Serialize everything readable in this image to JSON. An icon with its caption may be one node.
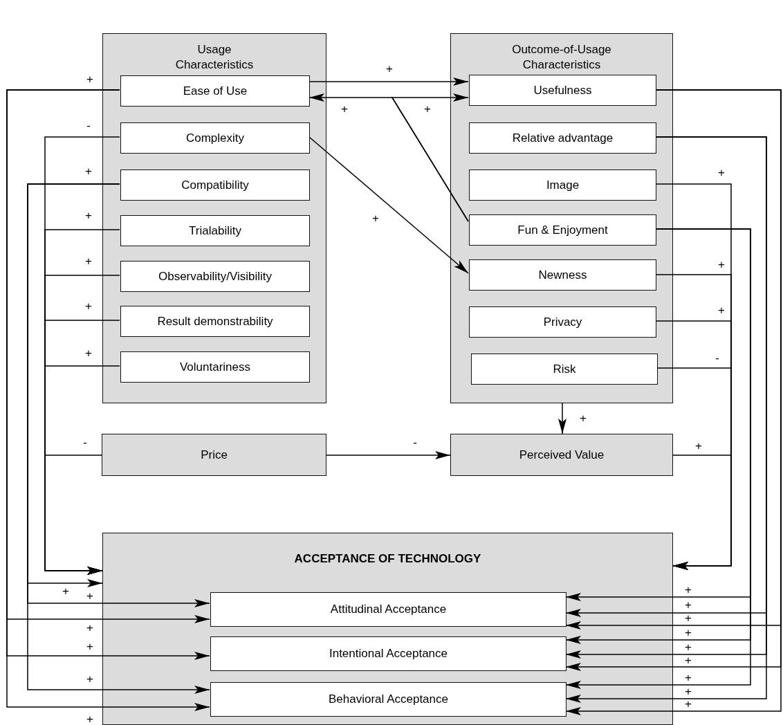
{
  "diagram": {
    "nodes": [
      {
        "text": [
          "Usage Characteristics"
        ]
      },
      {
        "text": [
          "Ease of Use"
        ],
        "in": 0
      },
      {
        "text": [
          "Complexity"
        ],
        "in": 0
      },
      {
        "text": [
          "Compatibility"
        ],
        "in": 0
      },
      {
        "text": [
          "Trialability"
        ],
        "in": 0
      },
      {
        "text": [
          "Observability/Visibility"
        ],
        "in": 0
      },
      {
        "text": [
          "Result demonstrability"
        ],
        "in": 0
      },
      {
        "text": [
          "Voluntariness"
        ],
        "in": 0
      },
      {
        "text": [
          "Outcome-of-Usage Characteristics"
        ]
      },
      {
        "text": [
          "Usefulness"
        ],
        "in": 8
      },
      {
        "text": [
          "Relative advantage"
        ],
        "in": 8
      },
      {
        "text": [
          "Image"
        ],
        "in": 8
      },
      {
        "text": [
          "Fun & Enjoyment"
        ],
        "in": 8
      },
      {
        "text": [
          "Newness"
        ],
        "in": 8
      },
      {
        "text": [
          "Privacy"
        ],
        "in": 8
      },
      {
        "text": [
          "Risk"
        ],
        "in": 8
      },
      {
        "text": [
          "Price"
        ]
      },
      {
        "text": [
          "Perceived Value"
        ]
      },
      {
        "text": [
          "ACCEPTANCE OF TECHNOLOGY"
        ]
      },
      {
        "text": [
          "Attitudinal Acceptance"
        ],
        "in": 18
      },
      {
        "text": [
          "Intentional Acceptance"
        ],
        "in": 18
      },
      {
        "text": [
          "Behavioral Acceptance"
        ],
        "in": 18
      }
    ],
    "edges": [
      {
        "from": 1,
        "to": 9,
        "arrow": "to",
        "label": "+"
      },
      {
        "from": 12,
        "to": 1,
        "arrow": "to",
        "label": "+"
      },
      {
        "from": 12,
        "to": 9,
        "arrow": "to",
        "label": "+"
      },
      {
        "from": 2,
        "to": 13,
        "arrow": "to",
        "label": "+"
      },
      {
        "from": 8,
        "to": 17,
        "arrow": "to",
        "label": "+"
      },
      {
        "from": 16,
        "to": 17,
        "arrow": "to",
        "label": "-"
      },
      {
        "from": 2,
        "to": 18,
        "arrow": "to",
        "label": "-"
      },
      {
        "from": 4,
        "to": 18,
        "arrow": "to",
        "label": "+"
      },
      {
        "from": 5,
        "to": 18,
        "arrow": "to",
        "label": "+"
      },
      {
        "from": 6,
        "to": 18,
        "arrow": "to",
        "label": "+"
      },
      {
        "from": 7,
        "to": 18,
        "arrow": "to",
        "label": "+"
      },
      {
        "from": 16,
        "to": 18,
        "arrow": "to",
        "label": "-"
      },
      {
        "from": 3,
        "to": 18,
        "arrow": "to",
        "label": "+"
      },
      {
        "from": 3,
        "to": 19,
        "arrow": "to",
        "label": "+"
      },
      {
        "from": 3,
        "to": 21,
        "arrow": "to",
        "label": "+"
      },
      {
        "from": 1,
        "to": 19,
        "arrow": "to",
        "label": "+"
      },
      {
        "from": 1,
        "to": 20,
        "arrow": "to",
        "label": "+"
      },
      {
        "from": 1,
        "to": 21,
        "arrow": "to",
        "label": "+"
      },
      {
        "from": 11,
        "to": 18,
        "arrow": "to",
        "label": "+"
      },
      {
        "from": 13,
        "to": 18,
        "arrow": "to",
        "label": "+"
      },
      {
        "from": 14,
        "to": 18,
        "arrow": "to",
        "label": "+"
      },
      {
        "from": 15,
        "to": 18,
        "arrow": "to",
        "label": "-"
      },
      {
        "from": 17,
        "to": 18,
        "arrow": "to",
        "label": "+"
      },
      {
        "from": 12,
        "to": 19,
        "arrow": "to",
        "label": "+"
      },
      {
        "from": 10,
        "to": 19,
        "arrow": "to",
        "label": "+"
      },
      {
        "from": 9,
        "to": 19,
        "arrow": "to",
        "label": "+"
      },
      {
        "from": 12,
        "to": 20,
        "arrow": "to",
        "label": "+"
      },
      {
        "from": 10,
        "to": 20,
        "arrow": "to",
        "label": "+"
      },
      {
        "from": 9,
        "to": 20,
        "arrow": "to",
        "label": "+"
      },
      {
        "from": 12,
        "to": 21,
        "arrow": "to",
        "label": "+"
      },
      {
        "from": 10,
        "to": 21,
        "arrow": "to",
        "label": "+"
      },
      {
        "from": 9,
        "to": 21,
        "arrow": "to",
        "label": "+"
      }
    ],
    "labels": [
      "+",
      "+"
    ]
  }
}
